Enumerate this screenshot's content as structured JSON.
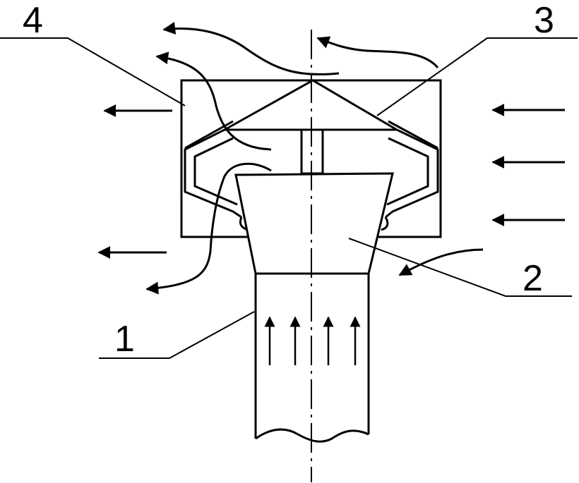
{
  "diagram": {
    "kind": "technical-line-drawing",
    "colors": {
      "ink": "#000000",
      "background": "#ffffff"
    },
    "callouts": [
      {
        "id": "1",
        "label": "1"
      },
      {
        "id": "2",
        "label": "2"
      },
      {
        "id": "3",
        "label": "3"
      },
      {
        "id": "4",
        "label": "4"
      }
    ]
  }
}
